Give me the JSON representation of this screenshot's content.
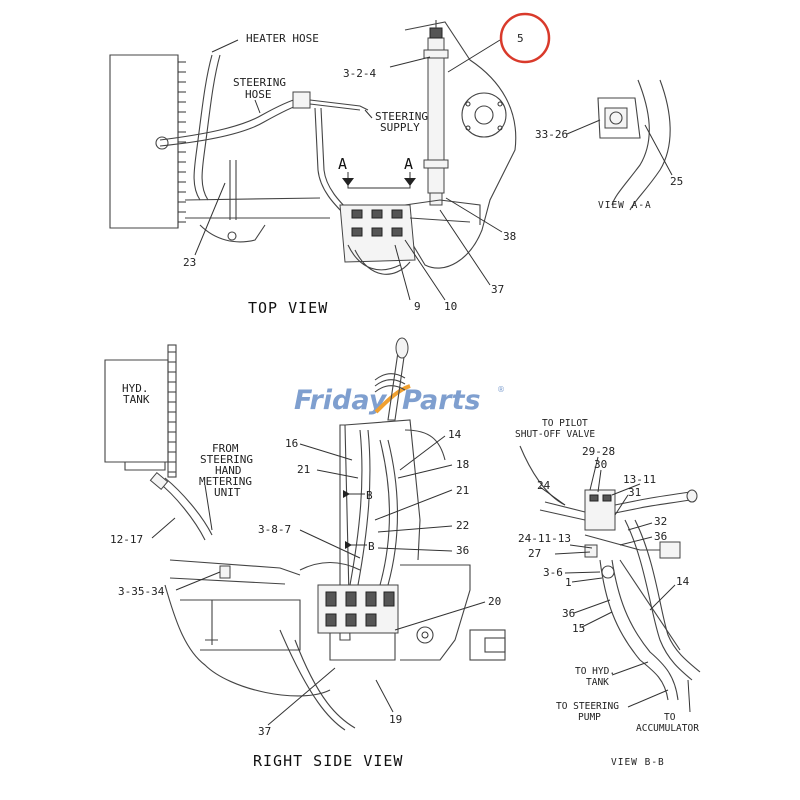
{
  "top_view": {
    "title": "TOP VIEW",
    "labels": {
      "heater_hose": "HEATER HOSE",
      "steering_hose_1": "STEERING",
      "steering_hose_2": "HOSE",
      "steering_supply_1": "STEERING",
      "steering_supply_2": "SUPPLY",
      "ref_3_2_4": "3-2-4",
      "section_a_left": "A",
      "section_a_right": "A",
      "callout_5": "5",
      "callout_23": "23",
      "callout_9": "9",
      "callout_10": "10",
      "callout_37": "37",
      "callout_38": "38"
    }
  },
  "view_a_a": {
    "title": "VIEW A-A",
    "labels": {
      "callout_33_26": "33-26",
      "callout_25": "25"
    }
  },
  "right_side_view": {
    "title": "RIGHT SIDE VIEW",
    "labels": {
      "hyd_tank_1": "HYD.",
      "hyd_tank_2": "TANK",
      "from_1": "FROM",
      "from_2": "STEERING",
      "from_3": "HAND",
      "from_4": "METERING",
      "from_5": "UNIT",
      "callout_12_17": "12-17",
      "ref_3_35_34": "3-35-34",
      "ref_3_8_7": "3-8-7",
      "callout_16": "16",
      "callout_21a": "21",
      "callout_21b": "21",
      "callout_14": "14",
      "callout_18": "18",
      "callout_22": "22",
      "callout_36": "36",
      "callout_20": "20",
      "callout_19": "19",
      "callout_37": "37",
      "section_b_upper": "B",
      "section_b_lower": "B"
    }
  },
  "view_b_b": {
    "title": "VIEW B-B",
    "labels": {
      "to_pilot_1": "TO PILOT",
      "to_pilot_2": "SHUT-OFF VALVE",
      "callout_29_28": "29-28",
      "callout_30": "30",
      "callout_13_11": "13-11",
      "callout_24": "24",
      "callout_31": "31",
      "callout_32": "32",
      "callout_24_11_13": "24-11-13",
      "callout_36a": "36",
      "callout_27": "27",
      "callout_3_6": "3-6",
      "callout_1": "1",
      "callout_14": "14",
      "callout_36b": "36",
      "callout_15": "15",
      "to_hyd_1": "TO HYD.",
      "to_hyd_2": "TANK",
      "to_steering_1": "TO STEERING",
      "to_steering_2": "PUMP",
      "to_accum_1": "TO",
      "to_accum_2": "ACCUMULATOR"
    }
  },
  "watermark": {
    "part1": "Friday",
    "part2": "Parts",
    "mark": "®"
  },
  "colors": {
    "highlight_circle": "#d93a2b",
    "watermark_blue": "#7f9fcf",
    "watermark_orange": "#f0a030",
    "ink": "#333333"
  }
}
